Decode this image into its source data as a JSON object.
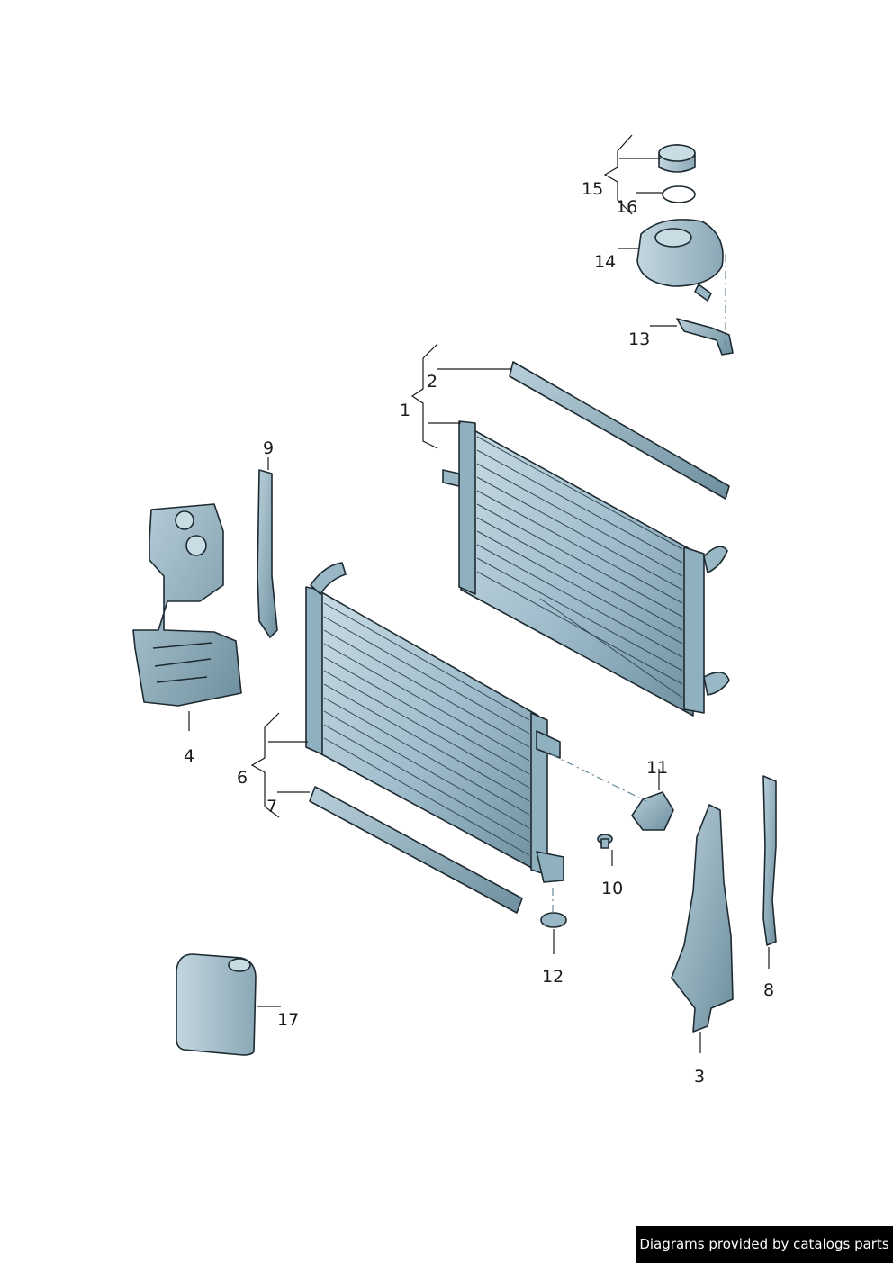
{
  "diagram": {
    "callouts": {
      "c1": "1",
      "c2": "2",
      "c3": "3",
      "c4": "4",
      "c5": "6",
      "c6": "7",
      "c7": "8",
      "c8": "9",
      "c9": "10",
      "c10": "11",
      "c11": "12",
      "c12": "13",
      "c13": "14",
      "c14": "15",
      "c15": "16",
      "c16": "17"
    }
  },
  "footer": {
    "credit": "Diagrams provided by catalogs parts"
  },
  "colors": {
    "part_fill": "#a9c4d1",
    "part_shade": "#7f9fae",
    "outline": "#1d2a31",
    "credit_bg": "#000000",
    "credit_text": "#ffffff"
  }
}
